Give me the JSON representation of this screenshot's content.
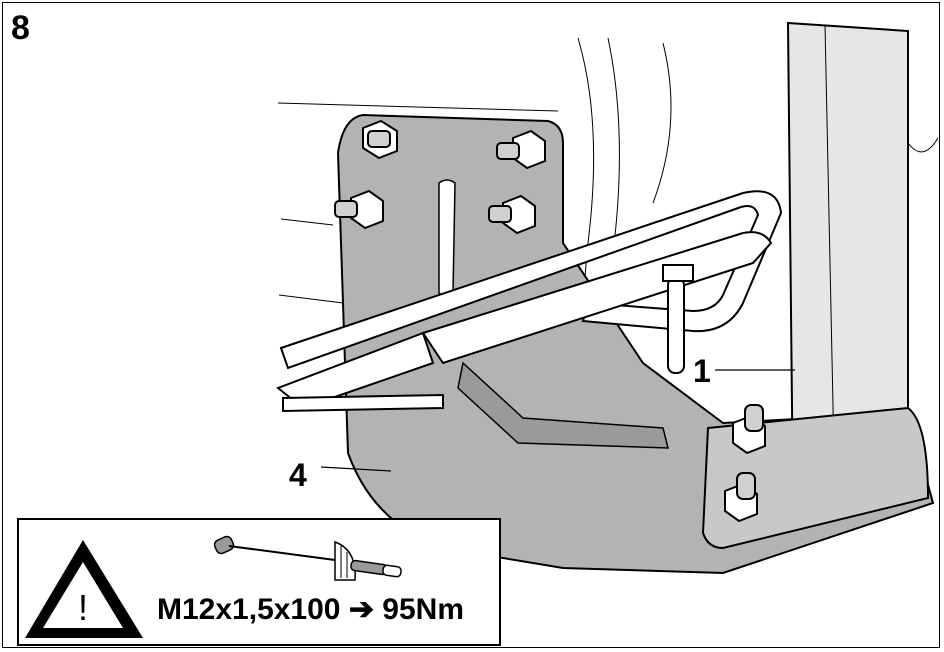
{
  "figure": {
    "step_number": "8",
    "callouts": [
      {
        "id": "1",
        "label": "1"
      },
      {
        "id": "4",
        "label": "4"
      }
    ]
  },
  "warning": {
    "symbol": "!",
    "icons": [
      "warning-triangle-icon",
      "torque-wrench-icon"
    ],
    "spec_text": "M12x1,5x100 ➔ 95Nm"
  },
  "colors": {
    "plate_fill": "#b3b3b3",
    "part_fill": "#d4d4d4",
    "line": "#000000",
    "background": "#ffffff"
  }
}
